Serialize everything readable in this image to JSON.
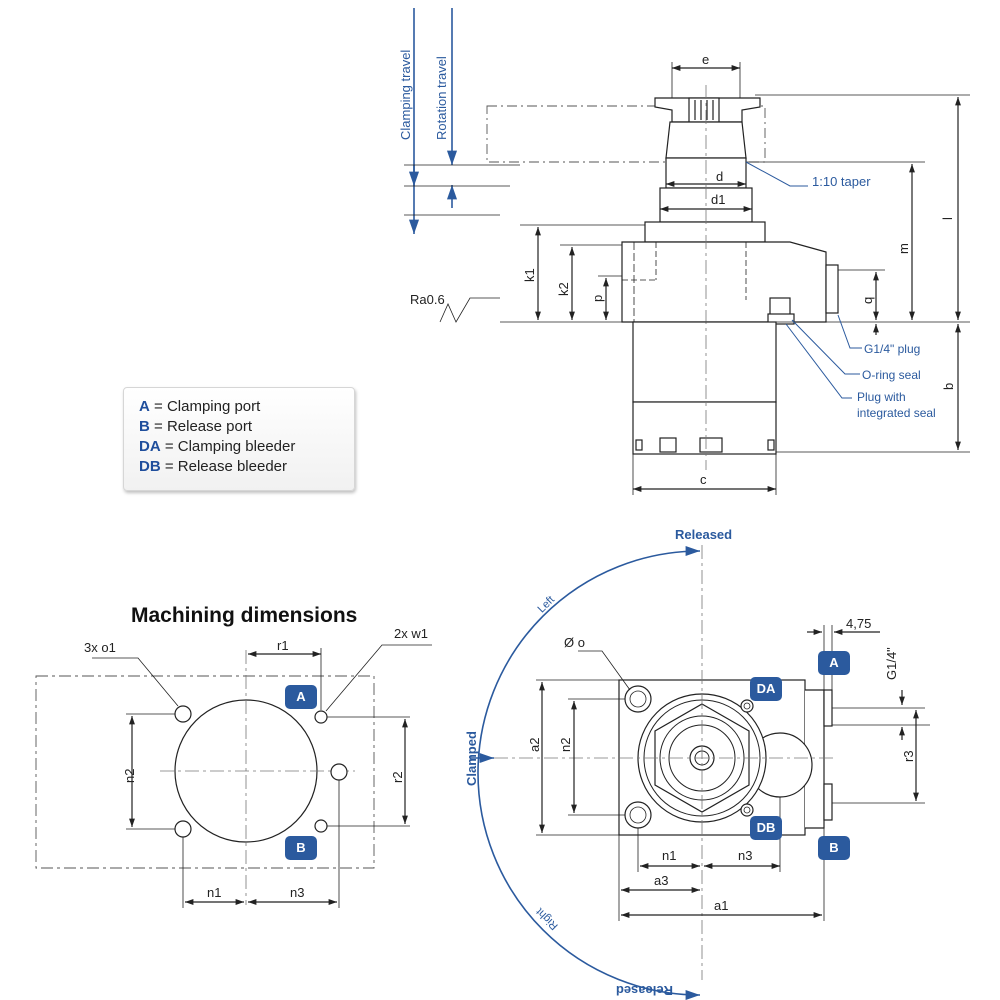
{
  "side_view": {
    "travel_labels": [
      "Clamping travel",
      "Rotation travel"
    ],
    "dims": {
      "e": "e",
      "d": "d",
      "d1": "d1",
      "l": "l",
      "m": "m",
      "k1": "k1",
      "k2": "k2",
      "p": "p",
      "q": "q",
      "b": "b",
      "c": "c"
    },
    "callouts": {
      "taper": "1:10 taper",
      "plug": "G1/4\" plug",
      "oring": "O-ring seal",
      "plug_seal_1": "Plug with",
      "plug_seal_2": "integrated seal",
      "roughness": "Ra0.6"
    }
  },
  "legend": {
    "items": [
      {
        "key": "A",
        "text": " = Clamping port"
      },
      {
        "key": "B",
        "text": " = Release port"
      },
      {
        "key": "DA",
        "text": " = Clamping bleeder"
      },
      {
        "key": "DB",
        "text": " = Release bleeder"
      }
    ]
  },
  "machining": {
    "title": "Machining dimensions",
    "holes_label": "3x o1",
    "threads_label": "2x w1",
    "dims": {
      "r1": "r1",
      "n2_left": "n2",
      "r2": "r2",
      "n1": "n1",
      "n3": "n3"
    },
    "badges": {
      "A": "A",
      "B": "B"
    }
  },
  "top_view": {
    "arc_labels": {
      "released_top": "Released",
      "released_bottom": "Released",
      "clamped": "Clamped",
      "left": "Left",
      "right": "Right"
    },
    "hole_label": "Ø o",
    "dims": {
      "offset": "4,75",
      "thread": "G1/4\"",
      "a2": "a2",
      "n2": "n2",
      "r3": "r3",
      "n1": "n1",
      "n3": "n3",
      "a3": "a3",
      "a1": "a1"
    },
    "badges": {
      "A": "A",
      "DA": "DA",
      "DB": "DB",
      "B": "B"
    }
  },
  "colors": {
    "accent": "#2b5a9e",
    "line": "#222222",
    "center": "#777777"
  }
}
